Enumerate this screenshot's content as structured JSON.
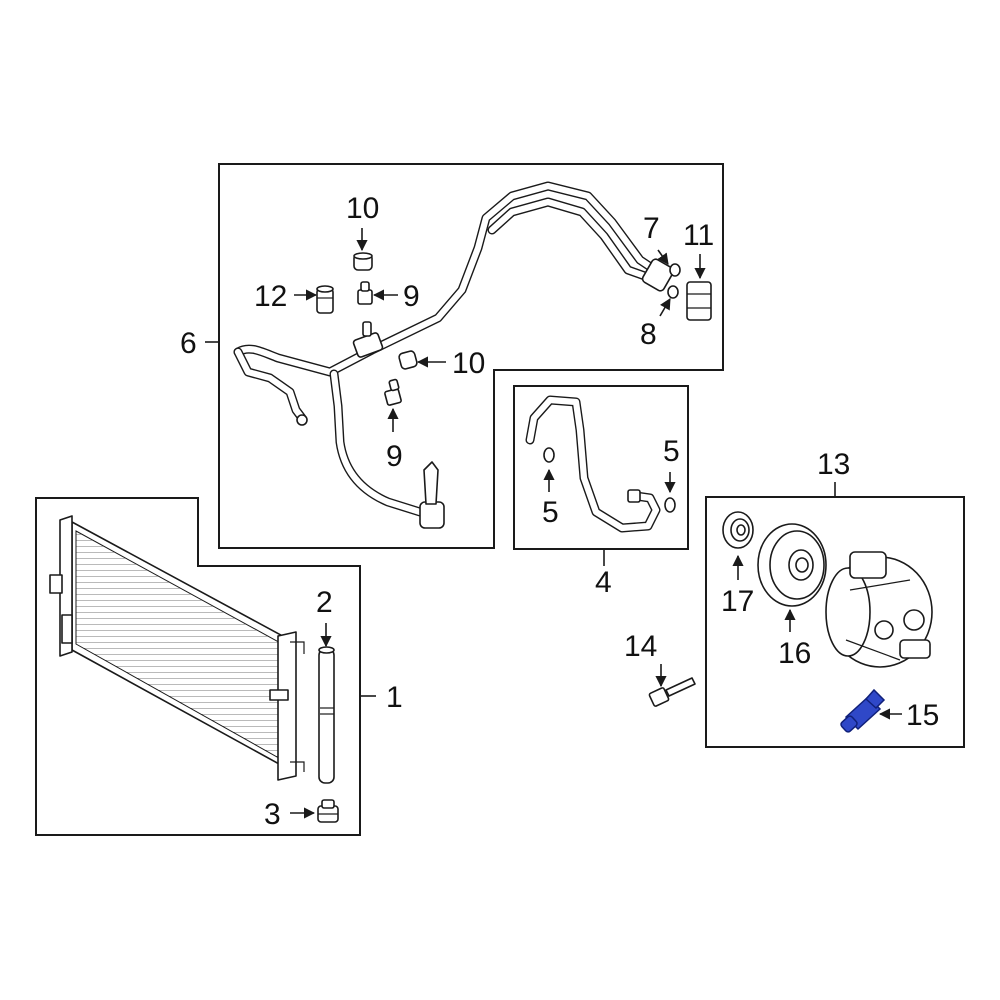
{
  "diagram": {
    "highlight_color": "#2f48c8",
    "callouts": {
      "c1": "1",
      "c2": "2",
      "c3": "3",
      "c4": "4",
      "c5a": "5",
      "c5b": "5",
      "c6": "6",
      "c7": "7",
      "c8": "8",
      "c9a": "9",
      "c9b": "9",
      "c10a": "10",
      "c10b": "10",
      "c11": "11",
      "c12": "12",
      "c13": "13",
      "c14": "14",
      "c15": "15",
      "c16": "16",
      "c17": "17"
    },
    "highlighted_part": "15"
  }
}
